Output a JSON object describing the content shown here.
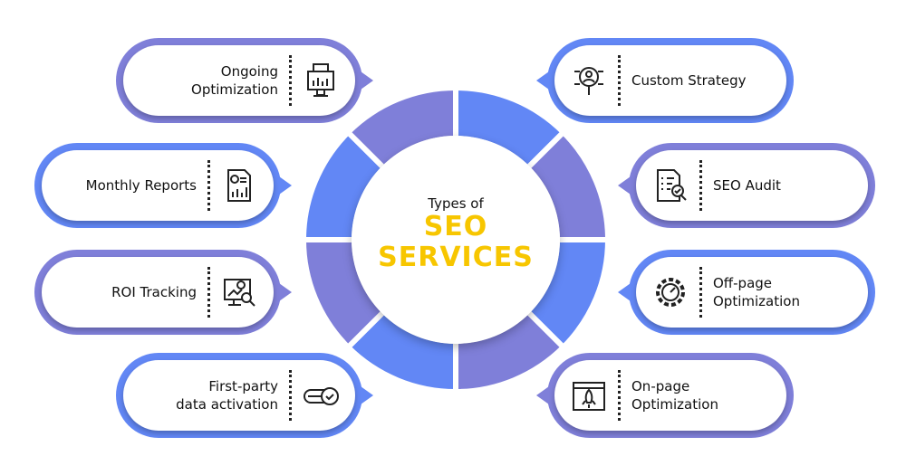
{
  "center": {
    "line1": "Types of",
    "line2": "SEO",
    "line3": "SERVICES"
  },
  "colors": {
    "blue": "#6287f5",
    "purple": "#7f7fd9",
    "accent": "#f7c600"
  },
  "left_items": [
    {
      "label1": "Ongoing",
      "label2": "Optimization",
      "icon": "seo-monitor-icon",
      "color": "#7f7fd9"
    },
    {
      "label1": "Monthly Reports",
      "label2": "",
      "icon": "report-document-icon",
      "color": "#6287f5"
    },
    {
      "label1": "ROI Tracking",
      "label2": "",
      "icon": "roi-analytics-icon",
      "color": "#7f7fd9"
    },
    {
      "label1": "First-party",
      "label2": "data activation",
      "icon": "toggle-check-icon",
      "color": "#6287f5"
    }
  ],
  "right_items": [
    {
      "label1": "Custom Strategy",
      "label2": "",
      "icon": "strategy-search-icon",
      "color": "#6287f5"
    },
    {
      "label1": "SEO Audit",
      "label2": "",
      "icon": "audit-checklist-icon",
      "color": "#7f7fd9"
    },
    {
      "label1": "Off-page",
      "label2": "Optimization",
      "icon": "gear-speedometer-icon",
      "color": "#6287f5"
    },
    {
      "label1": "On-page",
      "label2": "Optimization",
      "icon": "rocket-browser-icon",
      "color": "#7f7fd9"
    }
  ]
}
